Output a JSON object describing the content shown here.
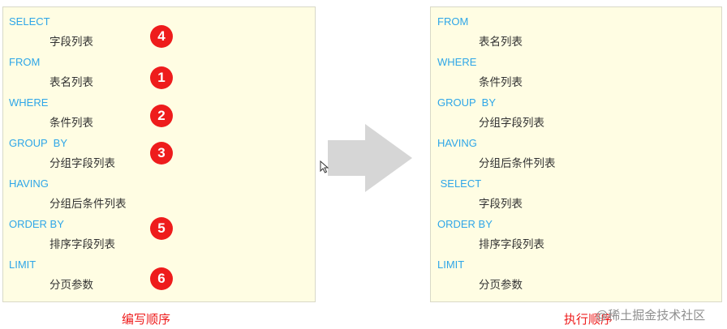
{
  "left": {
    "lines": [
      {
        "type": "keyword",
        "text": "SELECT"
      },
      {
        "type": "text",
        "text": "字段列表"
      },
      {
        "type": "keyword",
        "text": "FROM"
      },
      {
        "type": "text",
        "text": "表名列表"
      },
      {
        "type": "keyword",
        "text": "WHERE"
      },
      {
        "type": "text",
        "text": "条件列表"
      },
      {
        "type": "keyword",
        "text": "GROUP  BY"
      },
      {
        "type": "text",
        "text": "分组字段列表"
      },
      {
        "type": "keyword",
        "text": "HAVING"
      },
      {
        "type": "text",
        "text": "分组后条件列表"
      },
      {
        "type": "keyword",
        "text": "ORDER BY"
      },
      {
        "type": "text",
        "text": "排序字段列表"
      },
      {
        "type": "keyword",
        "text": "LIMIT"
      },
      {
        "type": "text",
        "text": "分页参数"
      }
    ],
    "badges": [
      "4",
      "1",
      "2",
      "3",
      "5",
      "6"
    ],
    "caption": "编写顺序"
  },
  "right": {
    "lines": [
      {
        "type": "keyword",
        "text": "FROM"
      },
      {
        "type": "text",
        "text": "表名列表"
      },
      {
        "type": "keyword",
        "text": "WHERE"
      },
      {
        "type": "text",
        "text": "条件列表"
      },
      {
        "type": "keyword",
        "text": "GROUP  BY"
      },
      {
        "type": "text",
        "text": "分组字段列表"
      },
      {
        "type": "keyword",
        "text": "HAVING"
      },
      {
        "type": "text",
        "text": "分组后条件列表"
      },
      {
        "type": "keyword",
        "text": " SELECT"
      },
      {
        "type": "text",
        "text": "字段列表"
      },
      {
        "type": "keyword",
        "text": "ORDER BY"
      },
      {
        "type": "text",
        "text": "排序字段列表"
      },
      {
        "type": "keyword",
        "text": "LIMIT"
      },
      {
        "type": "text",
        "text": "分页参数"
      }
    ],
    "caption": "执行顺序"
  },
  "arrow_icon": "right-arrow-icon",
  "watermark": "@稀土掘金技术社区",
  "colors": {
    "keyword": "#2ea6e8",
    "text": "#333333",
    "badge": "#ee1c1c",
    "caption": "#ee1c1c",
    "panel_bg": "#fffde3",
    "arrow": "#d6d6d6"
  }
}
